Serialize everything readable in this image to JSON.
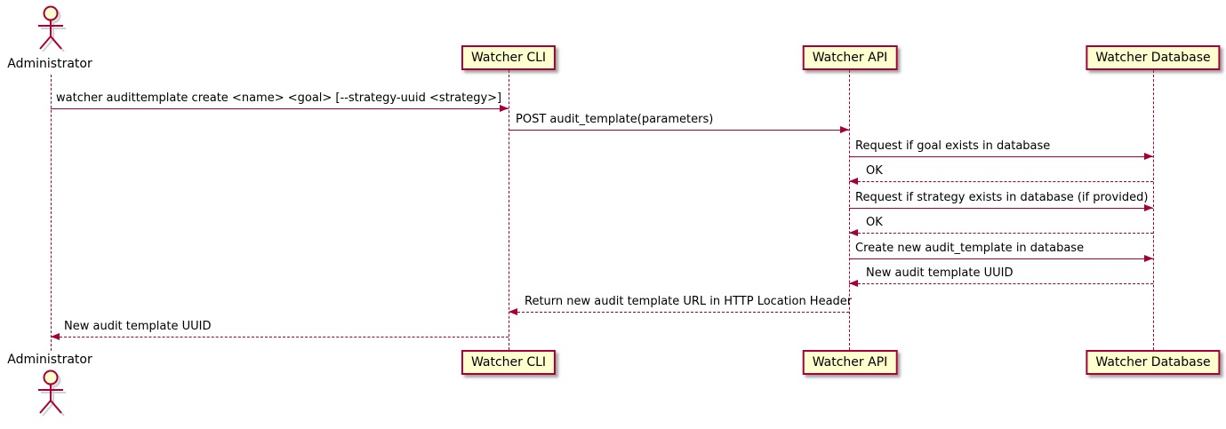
{
  "diagram": {
    "type": "sequence",
    "actor": {
      "name": "Administrator"
    },
    "participants": [
      {
        "label": "Watcher CLI"
      },
      {
        "label": "Watcher API"
      },
      {
        "label": "Watcher Database"
      }
    ],
    "messages": [
      {
        "from": "Administrator",
        "to": "Watcher CLI",
        "style": "solid",
        "text": "watcher audittemplate create <name> <goal> [--strategy-uuid <strategy>]"
      },
      {
        "from": "Watcher CLI",
        "to": "Watcher API",
        "style": "solid",
        "text": "POST audit_template(parameters)"
      },
      {
        "from": "Watcher API",
        "to": "Watcher Database",
        "style": "solid",
        "text": "Request if goal exists in database"
      },
      {
        "from": "Watcher Database",
        "to": "Watcher API",
        "style": "dashed",
        "text": "OK"
      },
      {
        "from": "Watcher API",
        "to": "Watcher Database",
        "style": "solid",
        "text": "Request if strategy exists in database (if provided)"
      },
      {
        "from": "Watcher Database",
        "to": "Watcher API",
        "style": "dashed",
        "text": "OK"
      },
      {
        "from": "Watcher API",
        "to": "Watcher Database",
        "style": "solid",
        "text": "Create new audit_template in database"
      },
      {
        "from": "Watcher Database",
        "to": "Watcher API",
        "style": "dashed",
        "text": "New audit template UUID"
      },
      {
        "from": "Watcher API",
        "to": "Watcher CLI",
        "style": "dashed",
        "text": "Return new audit template URL in HTTP Location Header"
      },
      {
        "from": "Watcher CLI",
        "to": "Administrator",
        "style": "dashed",
        "text": "New audit template UUID"
      }
    ],
    "colors": {
      "line": "#A80036",
      "participant_fill": "#FEFECE",
      "text": "#000000"
    }
  }
}
